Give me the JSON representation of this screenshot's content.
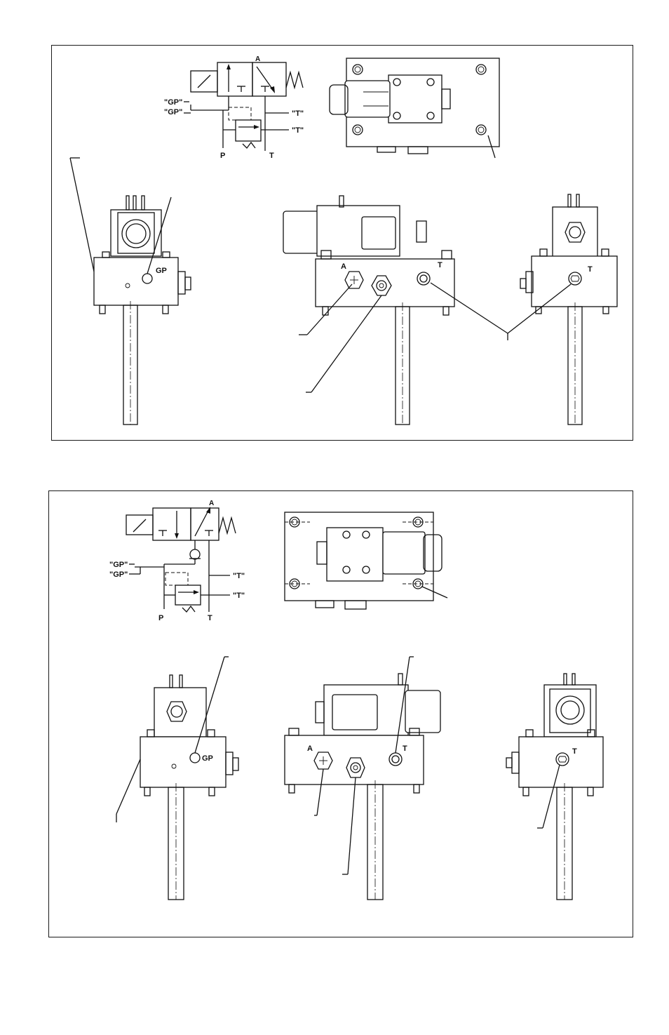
{
  "panels": [
    {
      "schematic": {
        "gp_label_1": "\"GP\"",
        "gp_label_2": "\"GP\"",
        "t_label_1": "\"T\"",
        "t_label_2": "\"T\"",
        "port_a": "A",
        "port_p": "P",
        "port_t": "T"
      },
      "left_view": {
        "gp_label": "GP"
      },
      "front_view": {
        "port_a": "A",
        "port_t": "T"
      },
      "right_view": {
        "port_t": "T"
      }
    },
    {
      "schematic": {
        "gp_label_1": "\"GP\"",
        "gp_label_2": "\"GP\"",
        "t_label_1": "\"T\"",
        "t_label_2": "\"T\"",
        "port_a": "A",
        "port_p": "P",
        "port_t": "T"
      },
      "left_view": {
        "gp_label": "GP"
      },
      "front_view": {
        "port_a": "A",
        "port_t": "T"
      },
      "right_view": {
        "port_t": "T"
      }
    }
  ]
}
